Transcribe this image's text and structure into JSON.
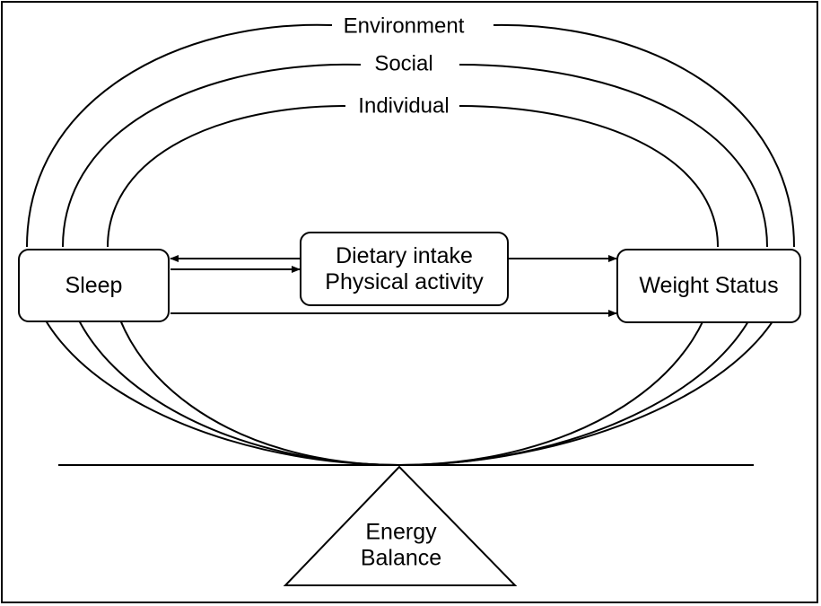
{
  "layers": {
    "environment": "Environment",
    "social": "Social",
    "individual": "Individual"
  },
  "nodes": {
    "sleep": "Sleep",
    "behaviors_line1": "Dietary intake",
    "behaviors_line2": "Physical activity",
    "weight_status": "Weight Status"
  },
  "fulcrum": {
    "line1": "Energy",
    "line2": "Balance"
  },
  "colors": {
    "stroke": "#000000",
    "background": "#ffffff"
  }
}
